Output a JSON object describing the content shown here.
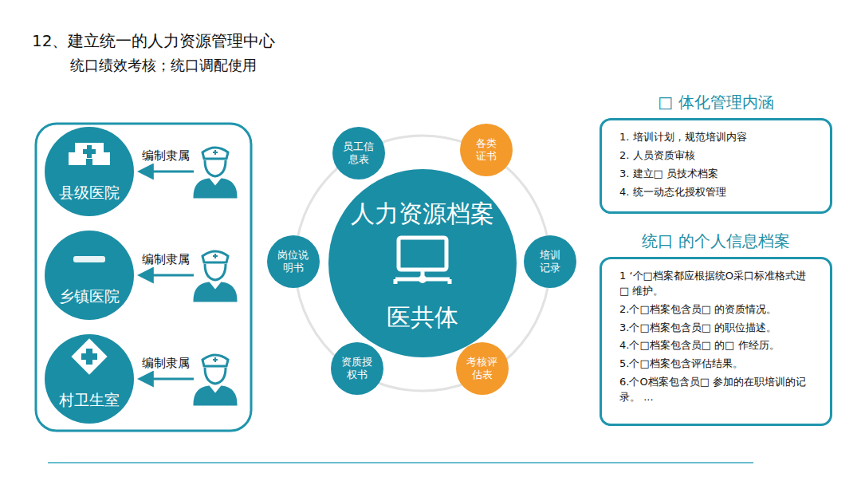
{
  "diagram": {
    "title": "12、建立统一的人力资源管理中心",
    "nodes": [
      {
        "text": [
          "县级医院"
        ]
      },
      {
        "text": [
          "乡镇医院"
        ]
      },
      {
        "text": [
          "村卫生室"
        ]
      },
      {
        "text": [
          "人力资源档案",
          "医共体"
        ]
      },
      {
        "text": [
          "员工信息表"
        ]
      },
      {
        "text": [
          "各类证书"
        ]
      },
      {
        "text": [
          "培训记录"
        ]
      },
      {
        "text": [
          "考核评估表"
        ]
      },
      {
        "text": [
          "资质授权书"
        ]
      },
      {
        "text": [
          "岗位说明书"
        ]
      },
      {
        "text": [
          "□ 体化管理内涵",
          "1. 培训计划，规范培训内容",
          "2. 人员资质审核",
          "3. 建立□ 员技术档案",
          "4. 统一动态化授权管理"
        ]
      },
      {
        "text": [
          "统口 的个人信息档案",
          "1 ‘个□档案都应根据统O采口标准格式进 □ 维护。",
          "2.个□档案包含员□ 的资质情况。",
          "3.个□档案包含员□ 的职位描述。",
          "4.个□档案包含员□ 的□ 作经历。",
          "5.个□档案包含评估结果。",
          "6.个O档案包含员□ 参加的在职培训的记录。 ..."
        ]
      }
    ],
    "labels": [
      "统口绩效考核；统口调配使用",
      "编制隶属",
      "编制隶属",
      "编制隶属"
    ]
  }
}
